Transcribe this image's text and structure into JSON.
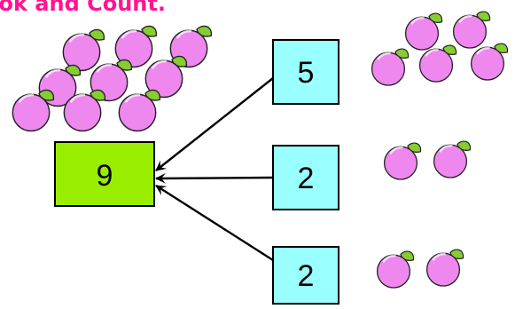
{
  "title": "ook and Count.",
  "total": "9",
  "parts": [
    "5",
    "2",
    "2"
  ],
  "groups": [
    {
      "count": 9
    },
    {
      "count": 5
    },
    {
      "count": 2
    },
    {
      "count": 2
    }
  ],
  "colors": {
    "title": "#ff1493",
    "total_fill": "#99ee00",
    "part_fill": "#99ffff",
    "peach": "#ee88ee",
    "peach_outline": "#222222",
    "leaf": "#88cc33",
    "arrow": "#000000"
  },
  "icons": {
    "fruit": "peach-icon",
    "arrow": "arrow-icon"
  }
}
